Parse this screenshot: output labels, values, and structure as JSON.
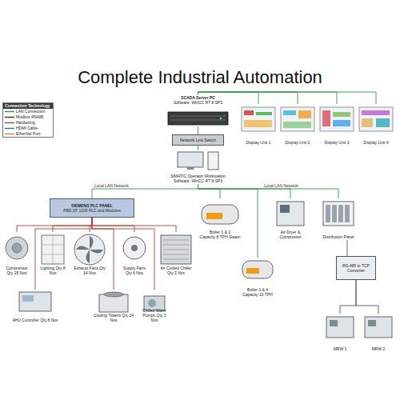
{
  "diagram": {
    "title": "Complete Industrial Automation",
    "nodes": [
      {
        "text": [
          "SCADA Server PC",
          "Software: WinCC RT 8 SP3"
        ]
      },
      {
        "text": [
          "Network Link Switch"
        ]
      },
      {
        "text": [
          "Display Unit 1"
        ]
      },
      {
        "text": [
          "Display Unit 2"
        ]
      },
      {
        "text": [
          "Display Unit 3"
        ]
      },
      {
        "text": [
          "Display Unit 4"
        ]
      },
      {
        "text": [
          "SIMATIC Operator Workstation",
          "Software: WinCC RT 8 SP3"
        ]
      },
      {
        "text": [
          "SIEMENS PLC PANEL",
          "PBS ST 1200 PLC and Modules"
        ]
      },
      {
        "text": [
          "Compressor Qty 25 Nos"
        ]
      },
      {
        "text": [
          "Lighting Qty 8 Nos"
        ]
      },
      {
        "text": [
          "Exhaust Fans Qty 14 Nos"
        ]
      },
      {
        "text": [
          "Supply Fans Qty 6 Nos"
        ]
      },
      {
        "text": [
          "Air Cooled Chiller Qty 2 Nos"
        ]
      },
      {
        "text": [
          "AHU Controller Qty 8 Nos"
        ]
      },
      {
        "text": [
          "Cooling Towers Qty 14 Nos"
        ]
      },
      {
        "text": [
          "Chilled Water Pumps Qty 3 Nos"
        ]
      },
      {
        "text": [
          "Boiler 1 & 2",
          "Capacity 8 TPH Steam"
        ]
      },
      {
        "text": [
          "Air Dryer & Compressor"
        ]
      },
      {
        "text": [
          "Distribution Panel"
        ]
      },
      {
        "text": [
          "Boiler 3 & 4",
          "Capacity 10 TPH"
        ]
      },
      {
        "text": [
          "RS-485 to TCP Converter"
        ]
      },
      {
        "text": [
          "MRW 1"
        ]
      },
      {
        "text": [
          "MRW 2"
        ]
      }
    ],
    "edges": [
      {
        "from": 0,
        "to": 2,
        "arrow": "none"
      },
      {
        "from": 0,
        "to": 3,
        "arrow": "none"
      },
      {
        "from": 0,
        "to": 4,
        "arrow": "none"
      },
      {
        "from": 0,
        "to": 5,
        "arrow": "none"
      },
      {
        "from": 0,
        "to": 1,
        "arrow": "none"
      },
      {
        "from": 1,
        "to": 6,
        "arrow": "none"
      },
      {
        "from": 6,
        "to": 7,
        "arrow": "none"
      },
      {
        "from": 6,
        "to": 16,
        "arrow": "none"
      },
      {
        "from": 6,
        "to": 17,
        "arrow": "none"
      },
      {
        "from": 6,
        "to": 18,
        "arrow": "none"
      },
      {
        "from": 6,
        "to": 19,
        "arrow": "none"
      },
      {
        "from": 18,
        "to": 20,
        "arrow": "none"
      },
      {
        "from": 20,
        "to": 21,
        "arrow": "none"
      },
      {
        "from": 20,
        "to": 22,
        "arrow": "none"
      },
      {
        "from": 7,
        "to": 8,
        "arrow": "none"
      },
      {
        "from": 7,
        "to": 9,
        "arrow": "none"
      },
      {
        "from": 7,
        "to": 10,
        "arrow": "none"
      },
      {
        "from": 7,
        "to": 11,
        "arrow": "none"
      },
      {
        "from": 7,
        "to": 12,
        "arrow": "none"
      },
      {
        "from": 7,
        "to": 13,
        "arrow": "none"
      },
      {
        "from": 7,
        "to": 14,
        "arrow": "none"
      },
      {
        "from": 7,
        "to": 15,
        "arrow": "none"
      }
    ],
    "labels": [
      "Connection Technology",
      "Local LAN Network",
      "Local LAN Network"
    ],
    "legend": [
      {
        "text": "LAN Connection"
      },
      {
        "text": "Modbus RS485"
      },
      {
        "text": "Hardwiring"
      },
      {
        "text": "HDMI Cable"
      },
      {
        "text": "EtherNet Port"
      }
    ]
  }
}
